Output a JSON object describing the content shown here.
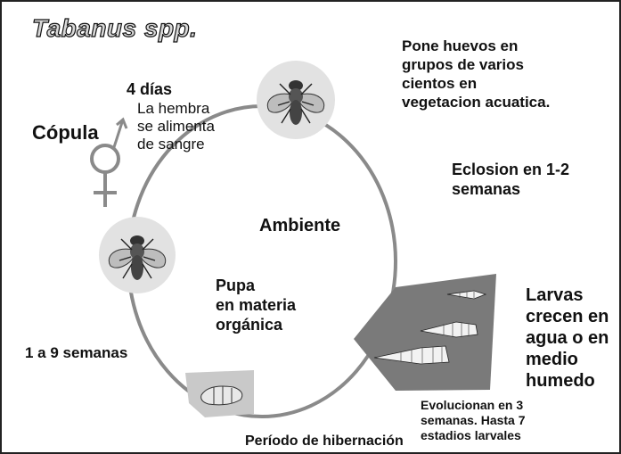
{
  "title": "Tabanus spp.",
  "center_label": "Ambiente",
  "copula_label": "Cópula",
  "top_left": {
    "days": "4 días",
    "line1": "La hembra",
    "line2": "se alimenta",
    "line3": "de sangre"
  },
  "eggs": {
    "line1": "Pone huevos en",
    "line2": "grupos de varios",
    "line3": "cientos en",
    "line4": "vegetacion acuatica."
  },
  "hatch": {
    "line1": "Eclosion en 1-2",
    "line2": "semanas"
  },
  "larvae": {
    "line1": "Larvas",
    "line2": "crecen en",
    "line3": "agua o en",
    "line4": "medio",
    "line5": "humedo"
  },
  "evolution": {
    "line1": "Evolucionan en 3",
    "line2": "semanas.  Hasta 7",
    "line3": "estadios larvales"
  },
  "hibernation": "Período de hibernación",
  "pupa": {
    "line1": "Pupa",
    "line2": "en materia",
    "line3": "orgánica"
  },
  "adult_stage": "1 a 9  semanas",
  "colors": {
    "cycle_line": "#8a8a8a",
    "fly_bg": "#e2e2e2",
    "larva_bg": "#7a7a7a",
    "pupa_bg": "#c9c9c9",
    "text": "#111111"
  },
  "icons": [
    "fly-icon",
    "female-symbol-icon",
    "larvae-icon",
    "pupa-icon"
  ]
}
